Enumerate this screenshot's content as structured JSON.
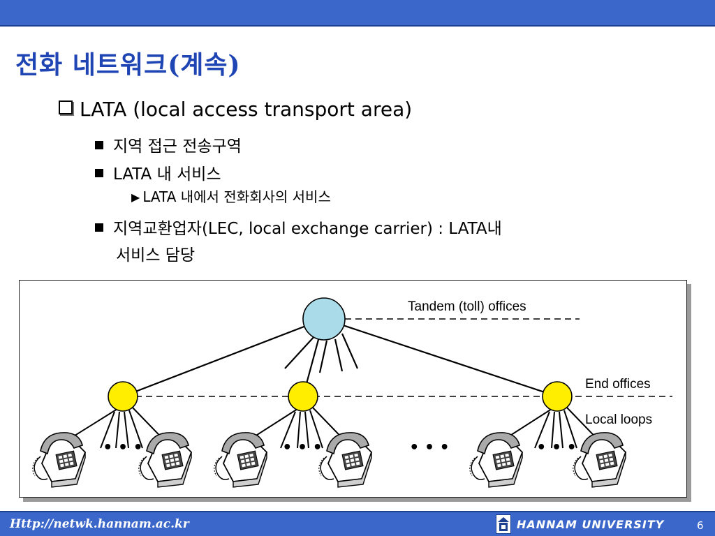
{
  "slide": {
    "title": "전화 네트워크(계속)",
    "bullet1": "LATA (local access transport area)",
    "sub1": "지역 접근 전송구역",
    "sub2": "LATA 내 서비스",
    "sub2_1": "LATA 내에서 전화회사의 서비스",
    "sub3_line1": "지역교환업자(LEC, local exchange carrier) : LATA내",
    "sub3_line2": "서비스 담당"
  },
  "diagram": {
    "label_tandem": "Tandem (toll) offices",
    "label_end": "End offices",
    "label_loops": "Local loops",
    "ellipsis_small": "• • •",
    "ellipsis_large": "• • •",
    "colors": {
      "tandem_node": "#a9dce8",
      "end_node": "#ffee00"
    }
  },
  "footer": {
    "url": "Http://netwk.hannam.ac.kr",
    "university": "HANNAM UNIVERSITY",
    "page_number": "6"
  }
}
